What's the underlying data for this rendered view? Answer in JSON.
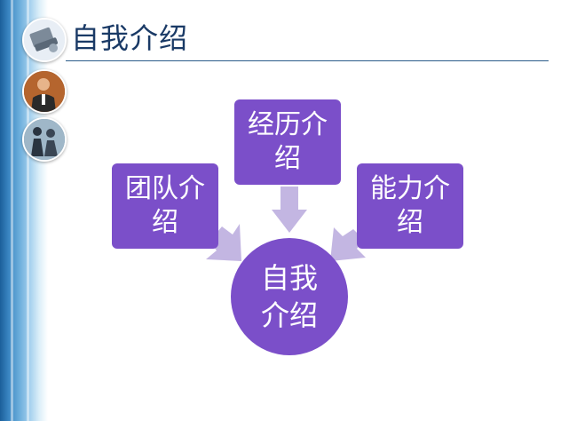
{
  "slide": {
    "title": "自我介绍"
  },
  "diagram": {
    "center_label": "自我介绍",
    "nodes": [
      {
        "label": "经历介绍"
      },
      {
        "label": "团队介绍"
      },
      {
        "label": "能力介绍"
      }
    ]
  },
  "colors": {
    "node_fill": "#7b4fc9",
    "arrow_fill": "#c3b6e2",
    "title_color": "#1a3a66",
    "band_dark": "#1b5f9a"
  },
  "icons": [
    "laptop-photo-icon",
    "businessman-photo-icon",
    "team-photo-icon"
  ]
}
